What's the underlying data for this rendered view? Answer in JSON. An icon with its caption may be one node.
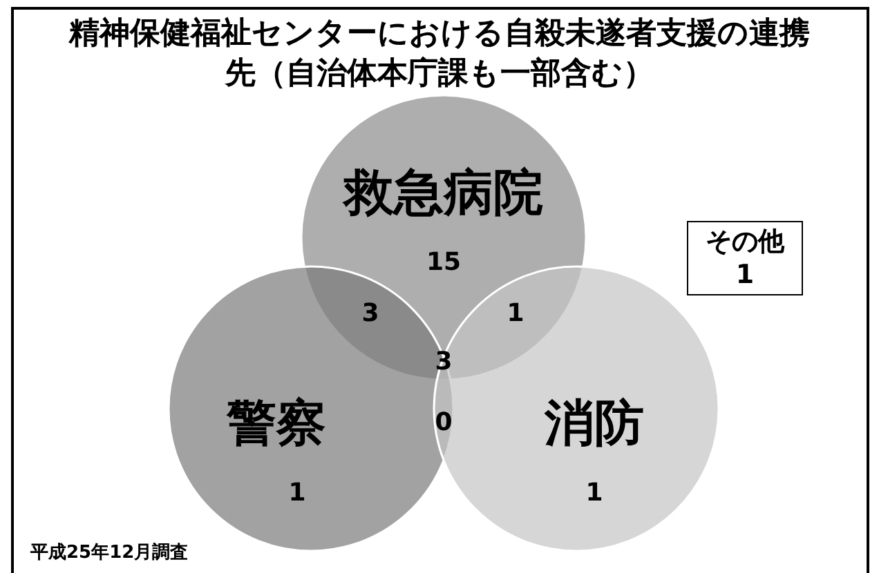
{
  "diagram": {
    "title": "精神保健福祉センターにおける自殺未遂者支援の連携先（自治体本庁課も一部含む）",
    "nodes": [
      {
        "text": [
          "救急病院",
          "15"
        ]
      },
      {
        "text": [
          "警察",
          "1"
        ]
      },
      {
        "text": [
          "消防",
          "1"
        ]
      },
      {
        "text": [
          "その他",
          "1"
        ]
      }
    ],
    "labels": [
      "3",
      "1",
      "3",
      "0",
      "平成25年12月調査"
    ]
  }
}
